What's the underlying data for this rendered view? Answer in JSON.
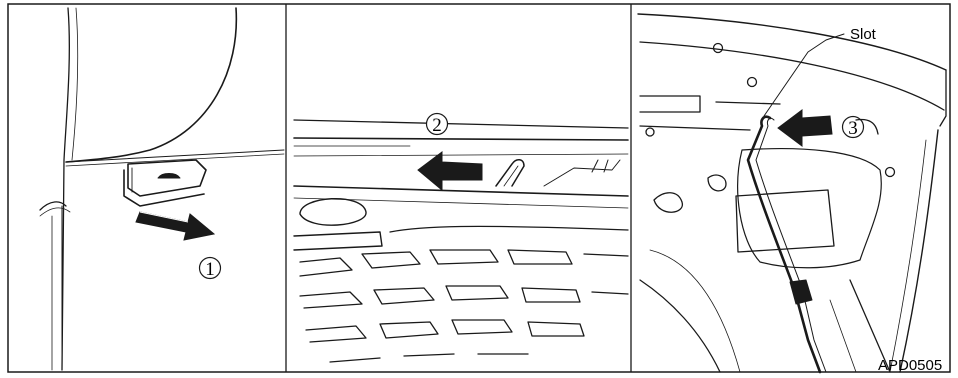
{
  "figure": {
    "code": "APD0505",
    "panels": [
      {
        "id": "panel-1",
        "step": "1",
        "step_display": "①"
      },
      {
        "id": "panel-2",
        "step": "2",
        "step_display": "②"
      },
      {
        "id": "panel-3",
        "step": "3",
        "step_display": "③",
        "callout": "Slot"
      }
    ]
  }
}
